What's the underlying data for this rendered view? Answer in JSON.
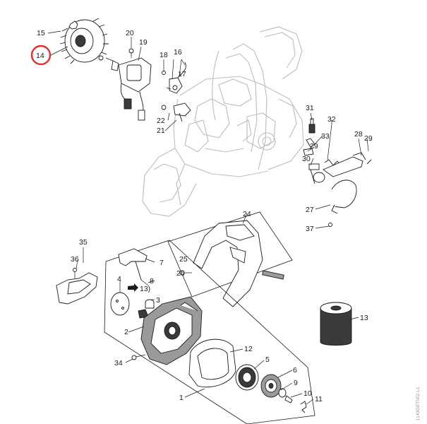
{
  "diagram": {
    "highlight_color": "#e0302b",
    "highlighted_part": "14",
    "side_code": "1143GET002-L1",
    "labels": {
      "p1": "1",
      "p2": "2",
      "p3": "3",
      "p4": "4",
      "p5": "5",
      "p6": "6",
      "p7": "7",
      "p8": "8",
      "p9": "9",
      "p10": "10",
      "p11": "11",
      "p12": "12",
      "p13": "13",
      "p13ref": "13)",
      "p14": "14",
      "p15": "15",
      "p16": "16",
      "p17": "17",
      "p18": "18",
      "p19": "19",
      "p20": "20",
      "p21": "21",
      "p22": "22",
      "p24": "24",
      "p25": "25",
      "p26": "26",
      "p27": "27",
      "p28": "28",
      "p29a": "29",
      "p29b": "29",
      "p30": "30",
      "p31": "31",
      "p32": "32",
      "p33": "33",
      "p34": "34",
      "p35": "35",
      "p36": "36",
      "p37": "37"
    }
  }
}
